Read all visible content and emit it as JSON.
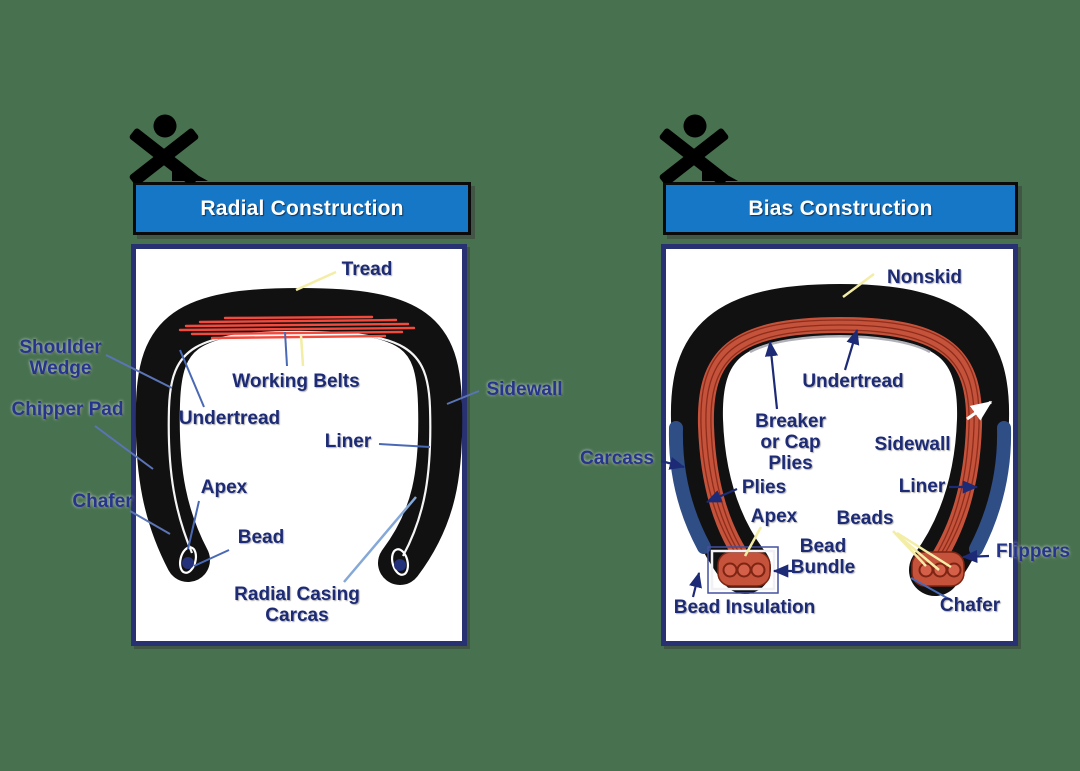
{
  "radial": {
    "title": "Radial Construction",
    "labels": {
      "tread": "Tread",
      "shoulder_wedge_line1": "Shoulder",
      "shoulder_wedge_line2": "Wedge",
      "chipper_pad": "Chipper Pad",
      "chafer": "Chafer",
      "working_belts": "Working Belts",
      "undertread": "Undertread",
      "liner": "Liner",
      "apex": "Apex",
      "bead": "Bead",
      "radial_casing_line1": "Radial Casing",
      "radial_casing_line2": "Carcas",
      "sidewall": "Sidewall"
    }
  },
  "bias": {
    "title": "Bias Construction",
    "labels": {
      "nonskid": "Nonskid",
      "undertread": "Undertread",
      "breaker_line1": "Breaker",
      "breaker_line2": "or Cap",
      "breaker_line3": "Plies",
      "sidewall": "Sidewall",
      "carcass": "Carcass",
      "plies": "Plies",
      "apex": "Apex",
      "beads": "Beads",
      "bead_bundle_line1": "Bead",
      "bead_bundle_line2": "Bundle",
      "bead_insulation": "Bead Insulation",
      "liner": "Liner",
      "flippers": "Flippers",
      "chafer": "Chafer"
    }
  },
  "icons": {
    "person_figure": "black stylized person with raised arms"
  },
  "colors": {
    "background": "#47714f",
    "banner_blue": "#1777c7",
    "panel_border_navy": "#283273",
    "label_navy": "#1d2b76",
    "tire_black": "#111111",
    "belt_red": "#f34a3e",
    "plies_red": "#c5523b",
    "plies_stripe_dark_red": "#8e2d1b",
    "chafer_strip_blue": "#2f4e86",
    "leader_yellow": "#f3eda6",
    "leader_blue": "#5b74b5",
    "leader_light_blue": "#85a8d8"
  }
}
